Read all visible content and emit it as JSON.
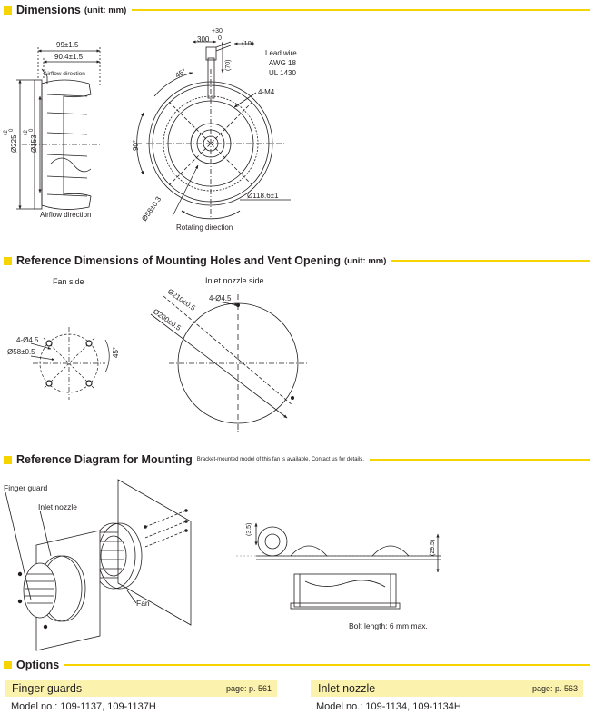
{
  "sections": {
    "dimensions": {
      "title": "Dimensions",
      "unit": "(unit: mm)"
    },
    "reference_holes": {
      "title": "Reference Dimensions of Mounting Holes and Vent Opening",
      "unit": "(unit: mm)"
    },
    "reference_mounting": {
      "title": "Reference Diagram for Mounting",
      "note": "Bracket-mounted model of this fan is available. Contact us for details."
    },
    "options": {
      "title": "Options"
    }
  },
  "dimensions_drawing": {
    "width_overall": "99±1.5",
    "width_body": "90.4±1.5",
    "airflow_direction_top": "Airflow direction",
    "outer_diameter": "Ø225",
    "outer_tol_plus": "+2",
    "outer_tol_minus": "0",
    "inner_diameter": "Ø153",
    "inner_tol_plus": "+2",
    "inner_tol_minus": "0",
    "airflow_direction_bottom": "Airflow direction",
    "lead_300": "300",
    "lead_tol_plus": "+30",
    "lead_tol_minus": "0",
    "lead_10": "(10)",
    "lead_70": "(70)",
    "lead_wire_1": "Lead wire",
    "lead_wire_2": "AWG 18",
    "lead_wire_3": "UL 1430",
    "angle_45": "45°",
    "angle_90": "90°",
    "holes_4m4": "4-M4",
    "dia_58": "Ø58±0.3",
    "dia_118": "Ø118.6±1",
    "rotating_direction": "Rotating direction"
  },
  "holes_drawing": {
    "fan_side": "Fan side",
    "inlet_side": "Inlet nozzle side",
    "fan_holes": "4-Ø4.5",
    "fan_dia": "Ø58±0.5",
    "fan_angle": "45°",
    "inlet_dia_210": "Ø210±0.5",
    "inlet_holes": "4-Ø4.5",
    "inlet_dia_200": "Ø200±0.5"
  },
  "mounting_drawing": {
    "finger_guard": "Finger guard",
    "inlet_nozzle": "Inlet nozzle",
    "fan": "Fan",
    "dim_35": "(3.5)",
    "dim_295": "(29.5)",
    "bolt_length": "Bolt length: 6 mm max."
  },
  "options": [
    {
      "title": "Finger guards",
      "page": "page: p. 561",
      "model": "Model no.: 109-1137, 109-1137H"
    },
    {
      "title": "Inlet nozzle",
      "page": "page: p. 563",
      "model": "Model no.: 109-1134, 109-1134H"
    }
  ],
  "colors": {
    "accent": "#f5d400",
    "option_bar": "#fbf3ad",
    "ink": "#231f20"
  }
}
